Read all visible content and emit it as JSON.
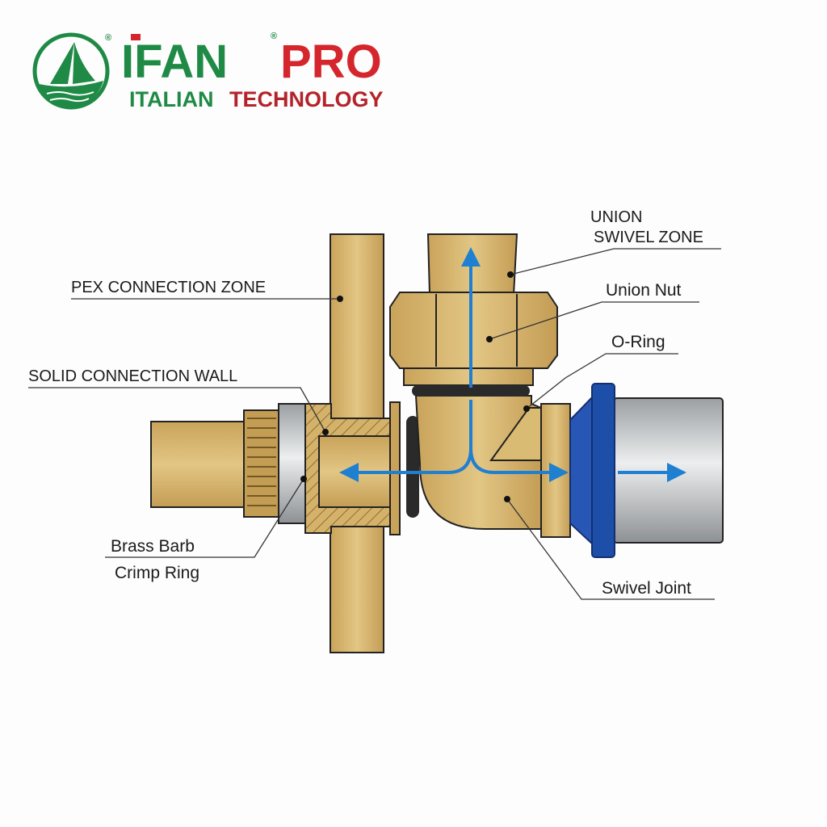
{
  "logo": {
    "brand_green": "IFAN",
    "brand_red": "PRO",
    "registered": "®",
    "tagline_green": "ITALIAN",
    "tagline_red": "TECHNOLOGY",
    "colors": {
      "green": "#1f8a45",
      "red": "#d4262c"
    }
  },
  "labels": {
    "union_swivel_line1": "UNION",
    "union_swivel_line2": "SWIVEL ZONE",
    "union_nut": "Union Nut",
    "o_ring": "O-Ring",
    "swivel_joint": "Swivel Joint",
    "pex_zone": "PEX CONNECTION ZONE",
    "solid_wall": "SOLID CONNECTION WALL",
    "brass_barb": "Brass Barb",
    "crimp_ring": "Crimp Ring"
  },
  "colors": {
    "brass": "#d4b26a",
    "flow": "#1f7fd0",
    "blue_fitting": "#1d4fa8",
    "silver": "#c9cbcd"
  }
}
